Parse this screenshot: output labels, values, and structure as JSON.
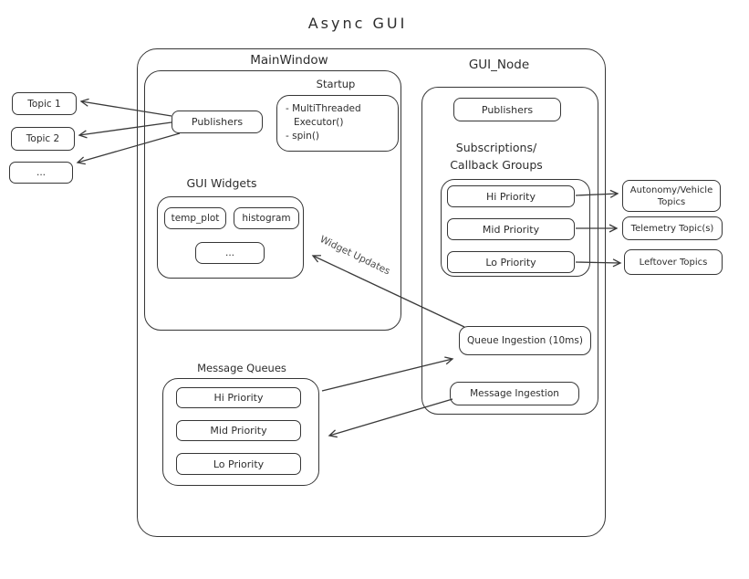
{
  "title": "Async GUI",
  "colors": {
    "stroke": "#363636",
    "arrow": "#3a3a3a",
    "background": "#ffffff",
    "text": "#2d2d2d",
    "edge_label": "#4a4a4a"
  },
  "main_window": {
    "label": "MainWindow",
    "publishers_label": "Publishers",
    "startup": {
      "label": "Startup",
      "line1": "- MultiThreaded",
      "line2": "Executor()",
      "line3": "- spin()"
    },
    "gui_widgets": {
      "label": "GUI Widgets",
      "items": [
        "temp_plot",
        "histogram",
        "..."
      ]
    },
    "message_queues": {
      "label": "Message Queues",
      "items": [
        "Hi Priority",
        "Mid Priority",
        "Lo Priority"
      ]
    }
  },
  "gui_node": {
    "label": "GUI_Node",
    "publishers_label": "Publishers",
    "subscriptions_label": {
      "line1": "Subscriptions/",
      "line2": "Callback Groups"
    },
    "callback_groups": [
      "Hi Priority",
      "Mid Priority",
      "Lo Priority"
    ],
    "queue_ingestion_label": "Queue Ingestion (10ms)",
    "message_ingestion_label": "Message Ingestion"
  },
  "left_topics": [
    "Topic 1",
    "Topic 2",
    "..."
  ],
  "right_topics": {
    "autonomy": {
      "line1": "Autonomy/Vehicle",
      "line2": "Topics"
    },
    "telemetry": "Telemetry Topic(s)",
    "leftover": "Leftover Topics"
  },
  "edge_labels": {
    "widget_updates": "Widget Updates"
  }
}
